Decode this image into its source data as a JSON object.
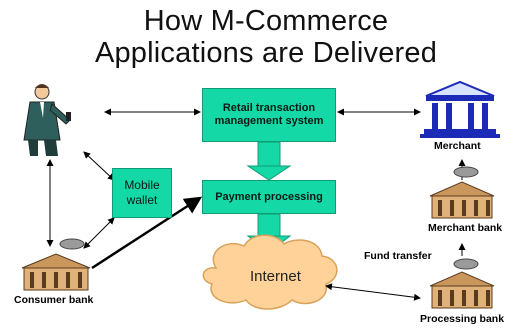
{
  "title": {
    "line1": "How M-Commerce",
    "line2": "Applications are Delivered"
  },
  "nodes": {
    "retail": "Retail transaction management system",
    "payment": "Payment processing",
    "wallet": "Mobile wallet",
    "internet": "Internet",
    "merchant": "Merchant",
    "merchant_bank": "Merchant bank",
    "fund_transfer": "Fund transfer",
    "processing_bank": "Processing bank",
    "consumer_bank": "Consumer bank"
  },
  "colors": {
    "box_fill": "#14d9a6",
    "cloud_fill": "#ffd29a",
    "arrow": "#000000",
    "flow_arrow": "#14d9a6"
  },
  "icons": {
    "person": "businessman-with-phone-icon",
    "bank": "bank-building-icon",
    "coins": "coin-pile-icon",
    "merchant": "classical-bank-icon"
  }
}
